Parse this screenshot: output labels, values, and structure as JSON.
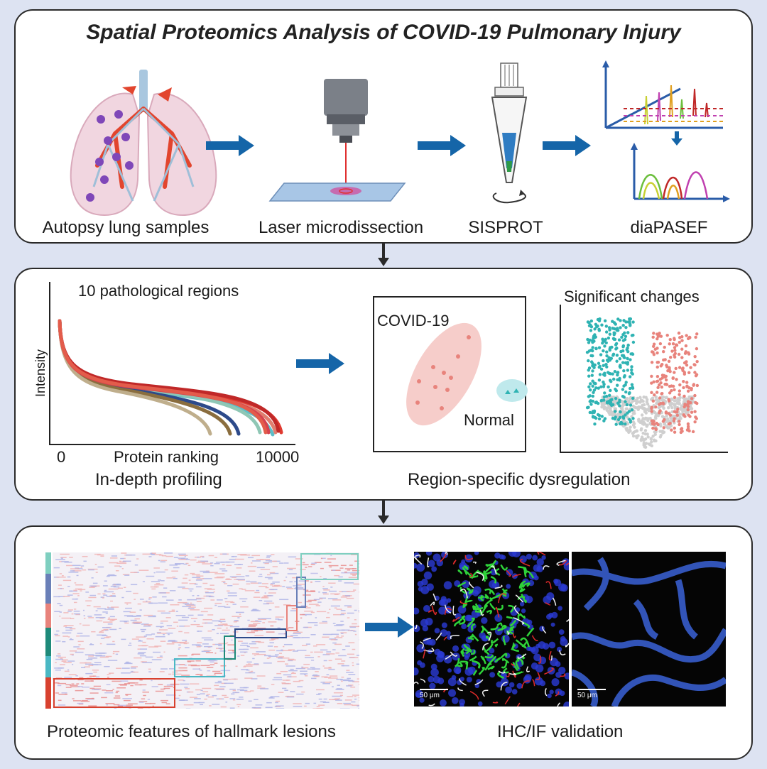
{
  "title": "Spatial Proteomics Analysis of COVID-19 Pulmonary Injury",
  "workflow": {
    "steps": [
      {
        "label": "Autopsy lung samples"
      },
      {
        "label": "Laser microdissection"
      },
      {
        "label": "SISPROT"
      },
      {
        "label": "diaPASEF"
      }
    ]
  },
  "profiling": {
    "heading": "10 pathological regions",
    "ylabel": "Intensity",
    "xlabel": "Protein ranking",
    "x_min_label": "0",
    "x_max_label": "10000",
    "caption": "In-depth profiling"
  },
  "pca": {
    "group1": "COVID-19",
    "group2": "Normal"
  },
  "volcano": {
    "heading": "Significant changes"
  },
  "mid_caption": "Region-specific dysregulation",
  "heatmap_caption": "Proteomic features of hallmark lesions",
  "validation": {
    "caption": "IHC/IF validation",
    "scale_left": "50 μm",
    "scale_right": "50 μm"
  },
  "colors": {
    "arrow": "#1565a8",
    "covid": "#e8837c",
    "normal": "#2fb3b3",
    "panel_border": "#2a2a2a",
    "background": "#dde3f2"
  }
}
